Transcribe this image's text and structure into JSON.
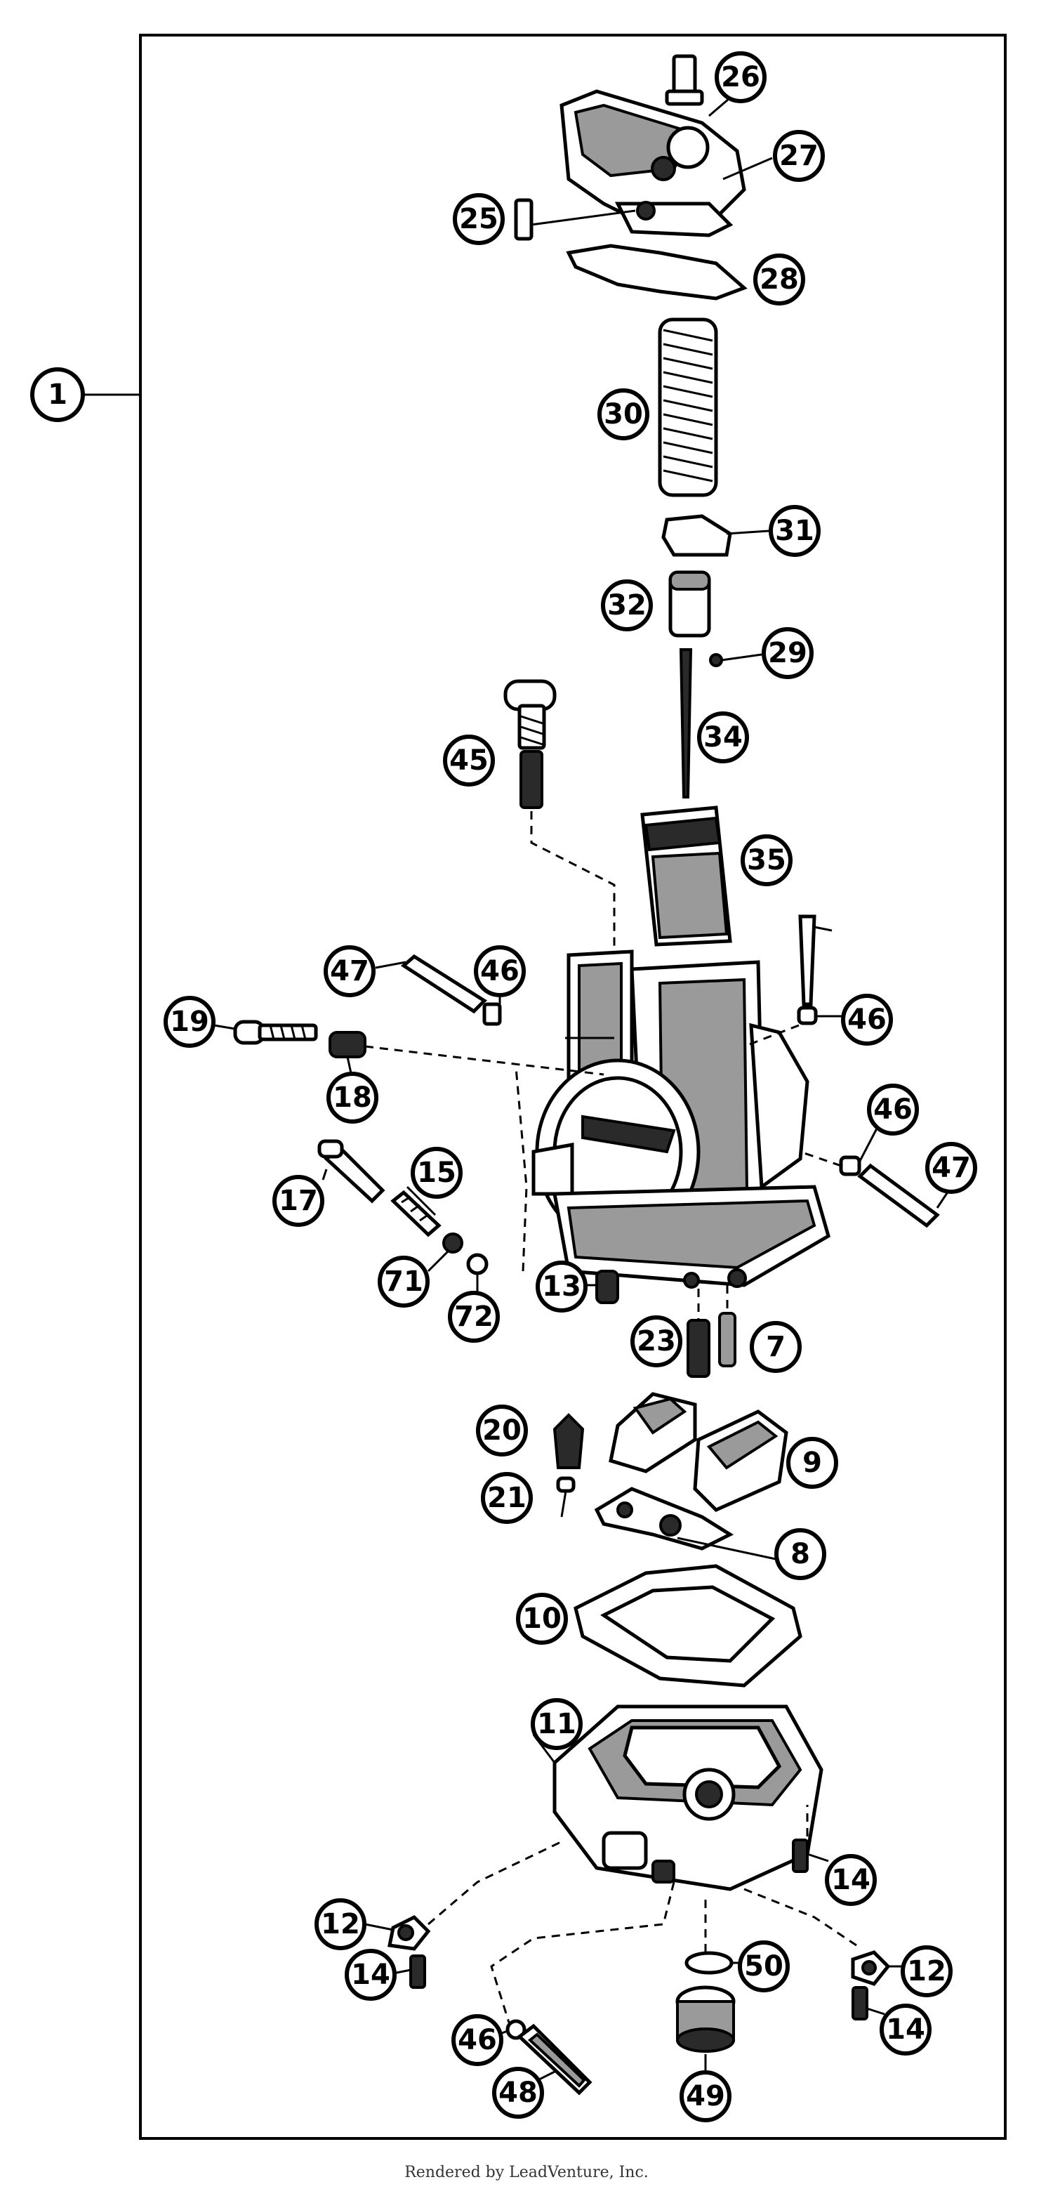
{
  "diagram": {
    "callouts": [
      "1",
      "26",
      "27",
      "25",
      "28",
      "30",
      "31",
      "32",
      "29",
      "34",
      "45",
      "35",
      "47",
      "46",
      "19",
      "18",
      "46",
      "46",
      "47",
      "17",
      "15",
      "71",
      "72",
      "13",
      "23",
      "7",
      "20",
      "9",
      "21",
      "8",
      "10",
      "11",
      "14",
      "12",
      "14",
      "50",
      "46",
      "12",
      "14",
      "48",
      "49"
    ],
    "footer": "Rendered by LeadVenture, Inc."
  }
}
